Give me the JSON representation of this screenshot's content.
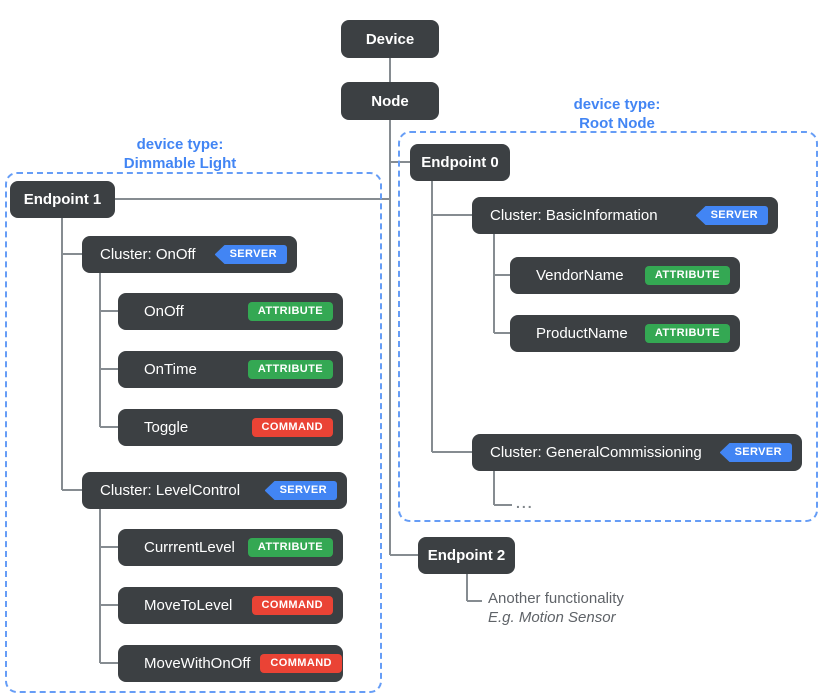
{
  "tree": {
    "device": "Device",
    "node": "Node"
  },
  "left_group": {
    "device_type_label": "device type:",
    "device_type_name": "Dimmable Light",
    "endpoint": "Endpoint 1",
    "clusters": [
      {
        "label": "Cluster: OnOff",
        "badge": "SERVER",
        "children": [
          {
            "label": "OnOff",
            "badge": "ATTRIBUTE"
          },
          {
            "label": "OnTime",
            "badge": "ATTRIBUTE"
          },
          {
            "label": "Toggle",
            "badge": "COMMAND"
          }
        ]
      },
      {
        "label": "Cluster: LevelControl",
        "badge": "SERVER",
        "children": [
          {
            "label": "CurrrentLevel",
            "badge": "ATTRIBUTE"
          },
          {
            "label": "MoveToLevel",
            "badge": "COMMAND"
          },
          {
            "label": "MoveWithOnOff",
            "badge": "COMMAND"
          }
        ]
      }
    ]
  },
  "right_group": {
    "device_type_label": "device type:",
    "device_type_name": "Root Node",
    "endpoint": "Endpoint 0",
    "clusters": [
      {
        "label": "Cluster: BasicInformation",
        "badge": "SERVER",
        "children": [
          {
            "label": "VendorName",
            "badge": "ATTRIBUTE"
          },
          {
            "label": "ProductName",
            "badge": "ATTRIBUTE"
          }
        ]
      },
      {
        "label": "Cluster: GeneralCommissioning",
        "badge": "SERVER",
        "ellipsis": "..."
      }
    ]
  },
  "endpoint2": {
    "label": "Endpoint 2",
    "note_line1": "Another functionality",
    "note_line2": "E.g. Motion Sensor"
  },
  "colors": {
    "box_background": "#3c4043",
    "server_badge": "#4285f4",
    "attribute_badge": "#34a853",
    "command_badge": "#ea4335",
    "group_accent": "#669df6",
    "connector_line": "#868c91",
    "note_text": "#5f6368"
  }
}
